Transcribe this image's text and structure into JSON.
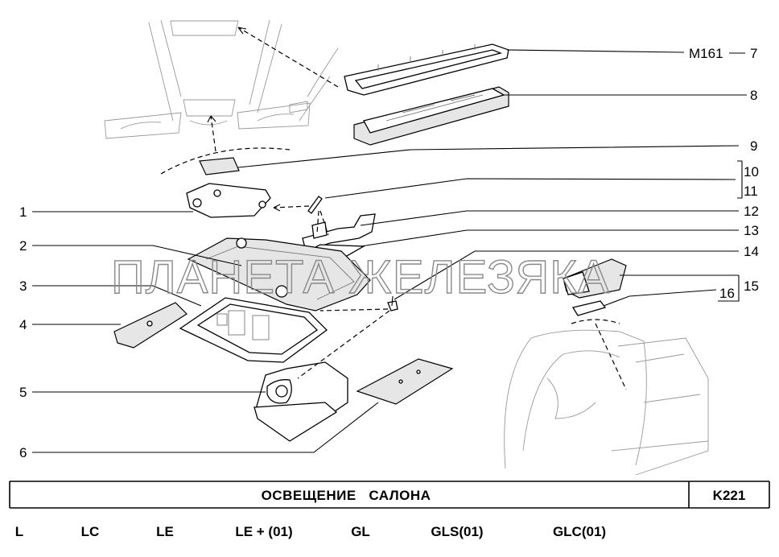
{
  "callouts": {
    "c1": "1",
    "c2": "2",
    "c3": "3",
    "c4": "4",
    "c5": "5",
    "c6": "6",
    "c7_prefix": "M161",
    "c7": "7",
    "c8": "8",
    "c9": "9",
    "c10": "10",
    "c11": "11",
    "c12": "12",
    "c13": "13",
    "c14": "14",
    "c15": "15",
    "c16": "16"
  },
  "watermark": "ПЛАНЕТА ЖЕЛЕЗЯКА",
  "title_block": {
    "title": "ОСВЕЩЕНИЕ   САЛОНА",
    "code": "K221"
  },
  "trim_levels": [
    "L",
    "LC",
    "LE",
    "LE + (01)",
    "GL",
    "GLS(01)",
    "GLC(01)"
  ]
}
